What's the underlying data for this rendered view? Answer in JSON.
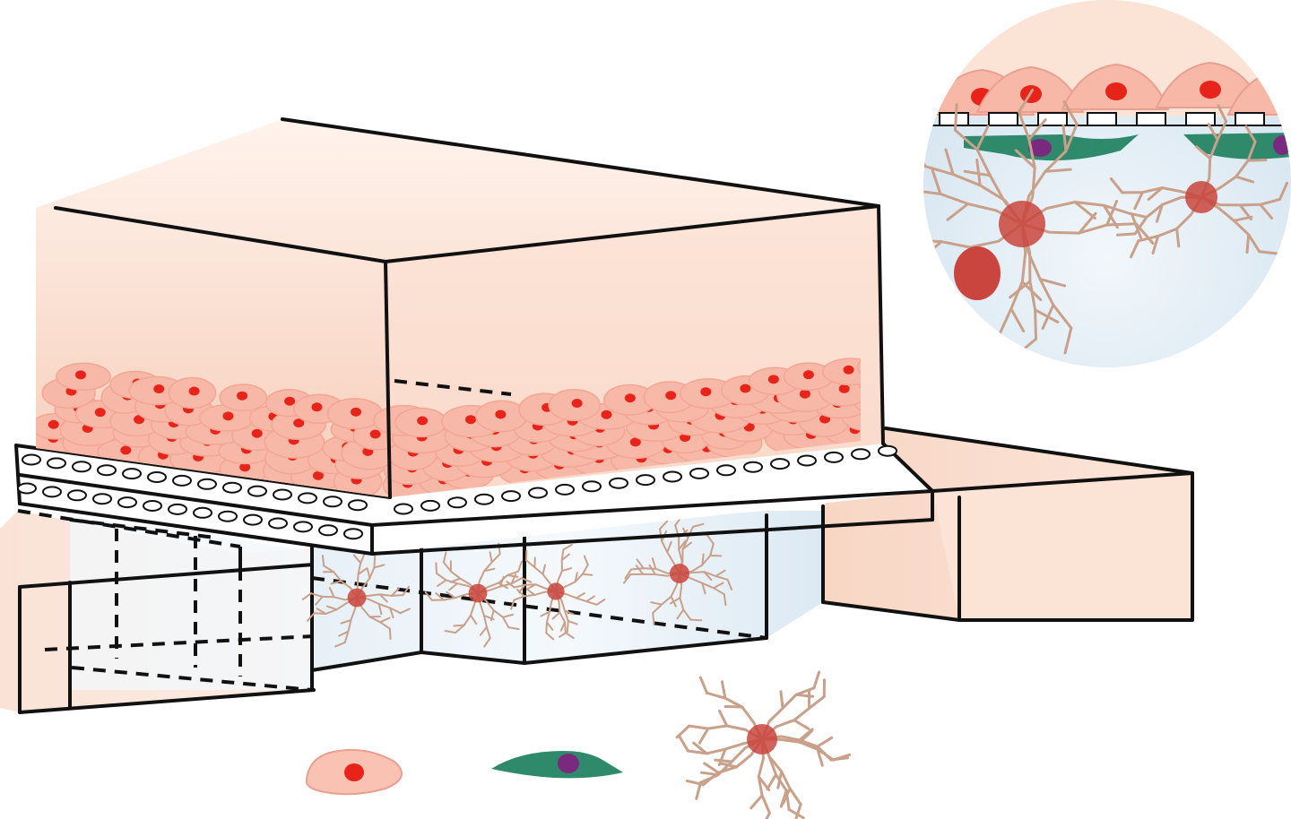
{
  "colors": {
    "background": "#ffffff",
    "outline": "#111111",
    "chamber_fill": "#f9d8c8",
    "chamber_fill_light": "#fff2ea",
    "endothelial_cell": "#f7b8a8",
    "endothelial_nucleus": "#e8231a",
    "astrocyte_process": "#c9a08a",
    "astrocyte_nucleus": "#c9453d",
    "pericyte": "#2f8a6c",
    "pericyte_nucleus": "#7a2a7e",
    "gel_blue": "#dde9f3"
  },
  "components": [
    {
      "name": "upper-channel",
      "depicts": "endothelial-cell-monolayer"
    },
    {
      "name": "porous-membrane",
      "depicts": "membrane-with-pores"
    },
    {
      "name": "lower-channel",
      "depicts": "hydrogel-with-astrocytes"
    },
    {
      "name": "side-chamber",
      "depicts": "block"
    },
    {
      "name": "magnified-inset",
      "depicts": "cross-section-circle"
    }
  ],
  "legend_cells": [
    {
      "name": "endothelial-cell-icon"
    },
    {
      "name": "pericyte-icon"
    },
    {
      "name": "astrocyte-icon"
    }
  ]
}
